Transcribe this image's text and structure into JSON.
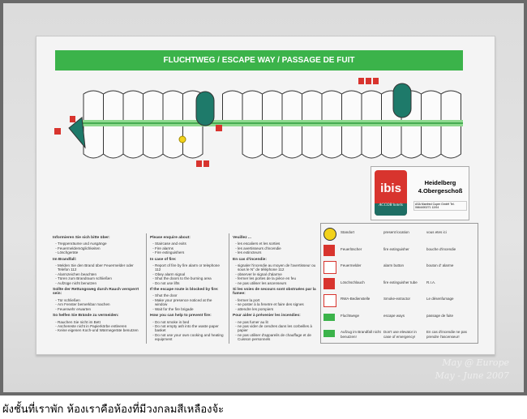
{
  "sign": {
    "title": "FLUCHTWEG / ESCAPE WAY / PASSAGE DE FUIT",
    "logo": {
      "brand": "ibis",
      "group": "ACCOR hotels"
    },
    "location": {
      "city": "Heidelberg",
      "floor": "4.Obergeschoß",
      "address": "ASA Manfred Cuper GmbH Tel. 0664400271    12/04"
    },
    "col_de": {
      "h1": "Informieren Sie sich bitte über:",
      "l1": [
        "Treppenräume und Ausgänge",
        "Feuermeldemöglichkeiten",
        "Löschgeräte"
      ],
      "h2": "Im Brandfall:",
      "l2": [
        "Melden Sie den Brand über Feuermelder oder Telefon 112",
        "Alarmzeichen beachten",
        "Türen zum Brandraum schließen",
        "Aufzüge nicht benutzen"
      ],
      "h3": "Sollte der Rettungsweg durch Rauch versperrt sein:",
      "l3": [
        "Tür schließen",
        "Am Fenster bemerkbar machen",
        "Feuerwehr erwarten"
      ],
      "h4": "So helfen Sie Brände zu vermeiden:",
      "l4": [
        "Rauchen Sie nicht im Bett",
        "Aschereste nicht in Papierkörbe entleeren",
        "Keine eigenen Koch-und Wärmegeräte benutzen"
      ]
    },
    "col_en": {
      "h1": "Please enquire about:",
      "l1": [
        "Staircase and exits",
        "Fire alarms",
        "Fire extinguishers"
      ],
      "h2": "In case of fire:",
      "l2": [
        "Report of fire by fire alarm or telephone 112",
        "Obey alarm signal",
        "Shut the doors to the burning area",
        "Do not use lifts"
      ],
      "h3": "If the escape route is blocked by fire:",
      "l3": [
        "Shut the door",
        "Make your presence noticed at the window",
        "Wait for the fire brigade"
      ],
      "h4": "How you can help to prevent fire:",
      "l4": [
        "Do not smoke in bed",
        "Do not empty ash into the waste paper basket",
        "Do not use your own cooking and heating equipment"
      ]
    },
    "col_fr": {
      "h1": "Veuillez ...",
      "l1": [
        "les escaliers et les sorties",
        "les avertisseurs d'incendie",
        "les extincteurs"
      ],
      "h2": "En cas d'incendie:",
      "l2": [
        "signaler l'incendie au moyen de l'avertisseur ou sous le N° de téléphone 112",
        "observer le signal d'alarme",
        "fermer les portes de la pièce en feu",
        "ne pas utiliser les ascenseurs"
      ],
      "h3": "Si les voies de secours sont obstruées par la fumee:",
      "l3": [
        "fermer la port",
        "se poster à la fenetre et faire des signes",
        "attendre les pompiers"
      ],
      "h4": "Pour aider à prévenier les incendies:",
      "l4": [
        "ne pas fumer au lit",
        "ne pas vider de cendres dans les corbeilles à papier",
        "ne pas utiliser d'appareils de chauffage et de Cuisson personnels"
      ]
    },
    "legend": [
      {
        "icon": "location-dot-icon",
        "de": "Standort",
        "en": "present location",
        "fr": "vous etes ici"
      },
      {
        "icon": "fire-extinguisher-icon",
        "de": "Feuerlöscher",
        "en": "fire extinguisher",
        "fr": "bouche d'incendie"
      },
      {
        "icon": "alarm-button-icon",
        "de": "Feuermelder",
        "en": "alarm button",
        "fr": "bouton d' alarme"
      },
      {
        "icon": "fire-hose-icon",
        "de": "Löschschlauch",
        "en": "fire extinguisher tube",
        "fr": "R.I.A."
      },
      {
        "icon": "smoke-extractor-icon",
        "de": "RWA-Bedienstelle",
        "en": "Smoke-extractor",
        "fr": "Le désenfumage"
      },
      {
        "icon": "escape-way-icon",
        "de": "Fluchtwege",
        "en": "escape ways",
        "fr": "passage de fuite"
      },
      {
        "icon": "no-elevator-icon",
        "de": "Aufzug im Brandfall nicht benutzen!",
        "en": "Don't use elevator in case of emergency!",
        "fr": "En cas d'incendie ne pas prendre l'ascenseur!"
      }
    ]
  },
  "watermark": {
    "line1": "May @ Europe",
    "line2": "May - June 2007"
  },
  "caption": "ผังชั้นที่เราพัก ห้องเราคือห้องที่มีวงกลมสีเหลืองจ้ะ",
  "colors": {
    "green": "#3bb34a",
    "teal": "#1e7a6a",
    "red": "#d8342e",
    "yellow": "#f2d21b"
  }
}
